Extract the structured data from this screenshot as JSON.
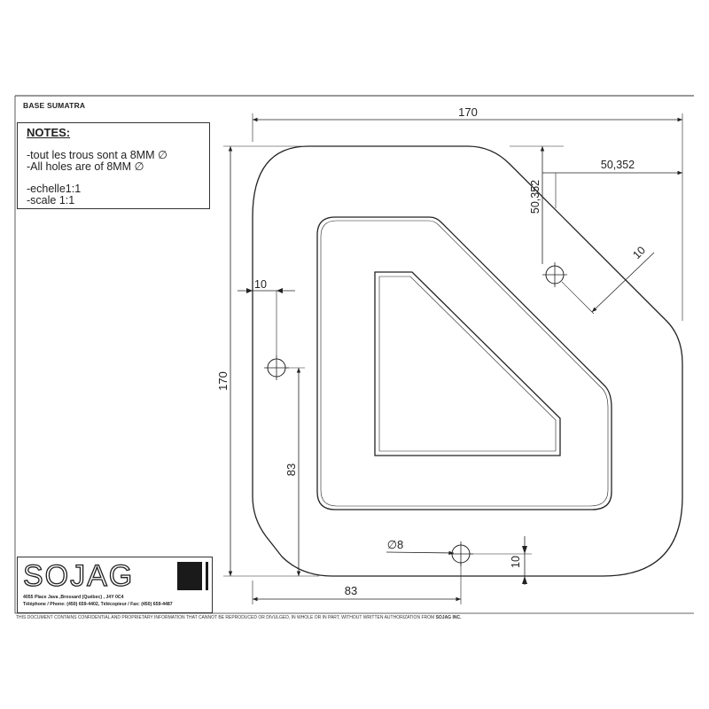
{
  "drawing": {
    "title": "BASE SUMATRA",
    "notes": {
      "heading": "NOTES:",
      "line_fr": "-tout les trous sont a 8MM",
      "line_en": "-All holes are of 8MM",
      "diameter_symbol": "∅",
      "scale_fr": "-echelle1:1",
      "scale_en": "-scale 1:1"
    },
    "dimensions": {
      "overall_width": "170",
      "overall_height": "170",
      "corner_horizontal": "50,352",
      "corner_vertical": "50,352",
      "hole_edge_offset_diag": "10",
      "hole_left_offset": "10",
      "hole_left_height": "83",
      "hole_bottom_x": "83",
      "hole_bottom_offset": "10",
      "hole_diameter": "∅8"
    }
  },
  "company": {
    "logo_text": "SOJAG",
    "address_line": "4055 Place Java ,Brossard (Québec) , J4Y 0C4",
    "phone_line": "Téléphone / Phone: (450) 659-4402, Télécopieur / Fax: (450) 659-4487"
  },
  "disclaimer": {
    "text": "THIS DOCUMENT CONTAINS CONFIDENTIAL AND PROPRIETARY INFORMATION THAT CANNOT BE REPRODUCED OR DIVULGED, IN WHOLE OR IN PART, WITHOUT WRITTEN AUTHORIZATION FROM ",
    "company": "SOJAG INC."
  },
  "colors": {
    "line": "#222222",
    "logo_dark": "#1a1a1a",
    "paper": "#ffffff"
  }
}
